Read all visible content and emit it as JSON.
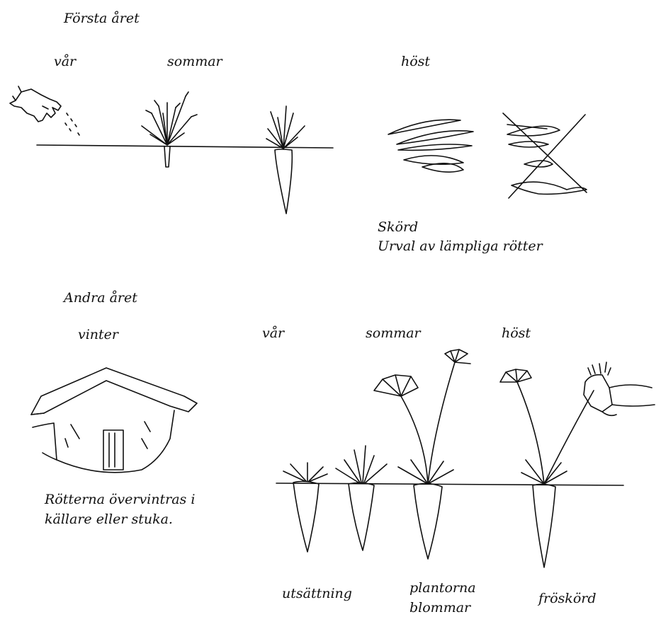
{
  "year1": {
    "heading": "Första året",
    "spring": "vår",
    "summer": "sommar",
    "autumn": "höst",
    "harvest": "Skörd",
    "selection": "Urval av lämpliga rötter"
  },
  "year2": {
    "heading": "Andra året",
    "winter": "vinter",
    "spring": "vår",
    "summer": "sommar",
    "autumn": "höst",
    "winter_note_1": "Rötterna övervintras i",
    "winter_note_2": "källare eller stuka.",
    "stage_transplant": "utsättning",
    "stage_flower_1": "plantorna",
    "stage_flower_2": "blommar",
    "stage_seed_harvest": "fröskörd"
  }
}
